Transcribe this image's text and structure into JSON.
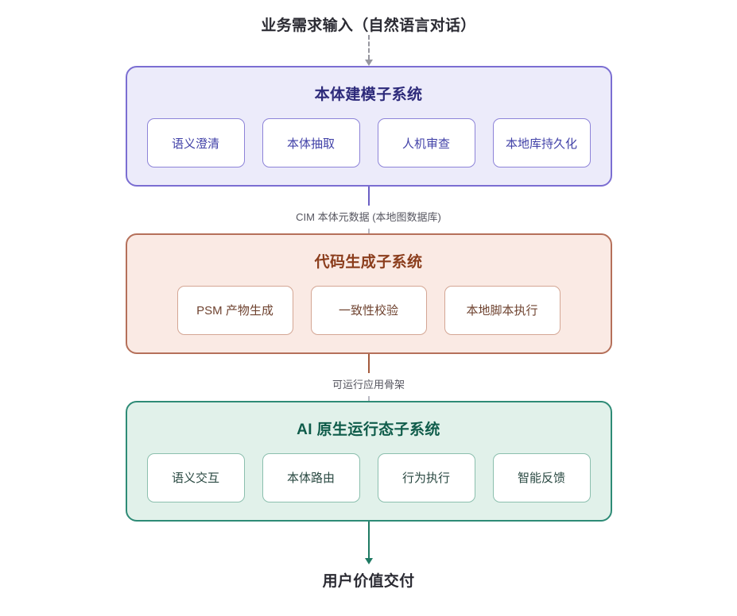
{
  "flow": {
    "input_label": "业务需求输入（自然语言对话）",
    "output_label": "用户价值交付",
    "connectors": [
      {
        "label": "CIM 本体元数据 (本地图数据库)",
        "color": "#6b5fc4"
      },
      {
        "label": "可运行应用骨架",
        "color": "#a45a3c"
      }
    ],
    "input_arrow_color": "#97979f",
    "output_arrow_color": "#1f7a63"
  },
  "subsystems": [
    {
      "title": "本体建模子系统",
      "accent": "#7b6ed2",
      "fill": "#ecebfa",
      "title_color": "#2d2a7a",
      "card_width": "w-narrow",
      "modules": [
        "语义澄清",
        "本体抽取",
        "人机审查",
        "本地库持久化"
      ]
    },
    {
      "title": "代码生成子系统",
      "accent": "#b5705a",
      "fill": "#faeae4",
      "title_color": "#8b3d1c",
      "card_width": "w-wide",
      "modules": [
        "PSM 产物生成",
        "一致性校验",
        "本地脚本执行"
      ]
    },
    {
      "title": "AI 原生运行态子系统",
      "accent": "#2e8b76",
      "fill": "#e1f1ea",
      "title_color": "#0f5c4a",
      "card_width": "w-narrow",
      "modules": [
        "语义交互",
        "本体路由",
        "行为执行",
        "智能反馈"
      ]
    }
  ]
}
